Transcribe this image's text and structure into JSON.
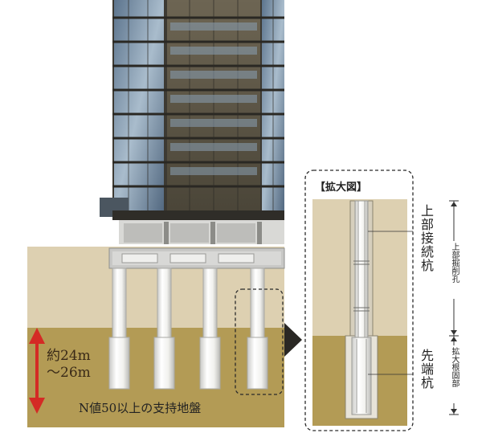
{
  "depth": {
    "line1": "約24m",
    "line2": "～26m"
  },
  "bearing_layer": "N値50以上の支持地盤",
  "zoom": {
    "title": "【拡大図】",
    "upper_pile": "上部接続杭",
    "tip_pile": "先端杭",
    "upper_bore": "上部掘削孔",
    "enlarged_root": "拡大根固部"
  },
  "colors": {
    "upper_soil": "#ddd0b1",
    "lower_soil": "#b39b55",
    "pile": "#f2f2f0",
    "arrow": "#d42a25",
    "facade_dark": "#4d4a40",
    "facade_glass": "#7f96ab"
  }
}
